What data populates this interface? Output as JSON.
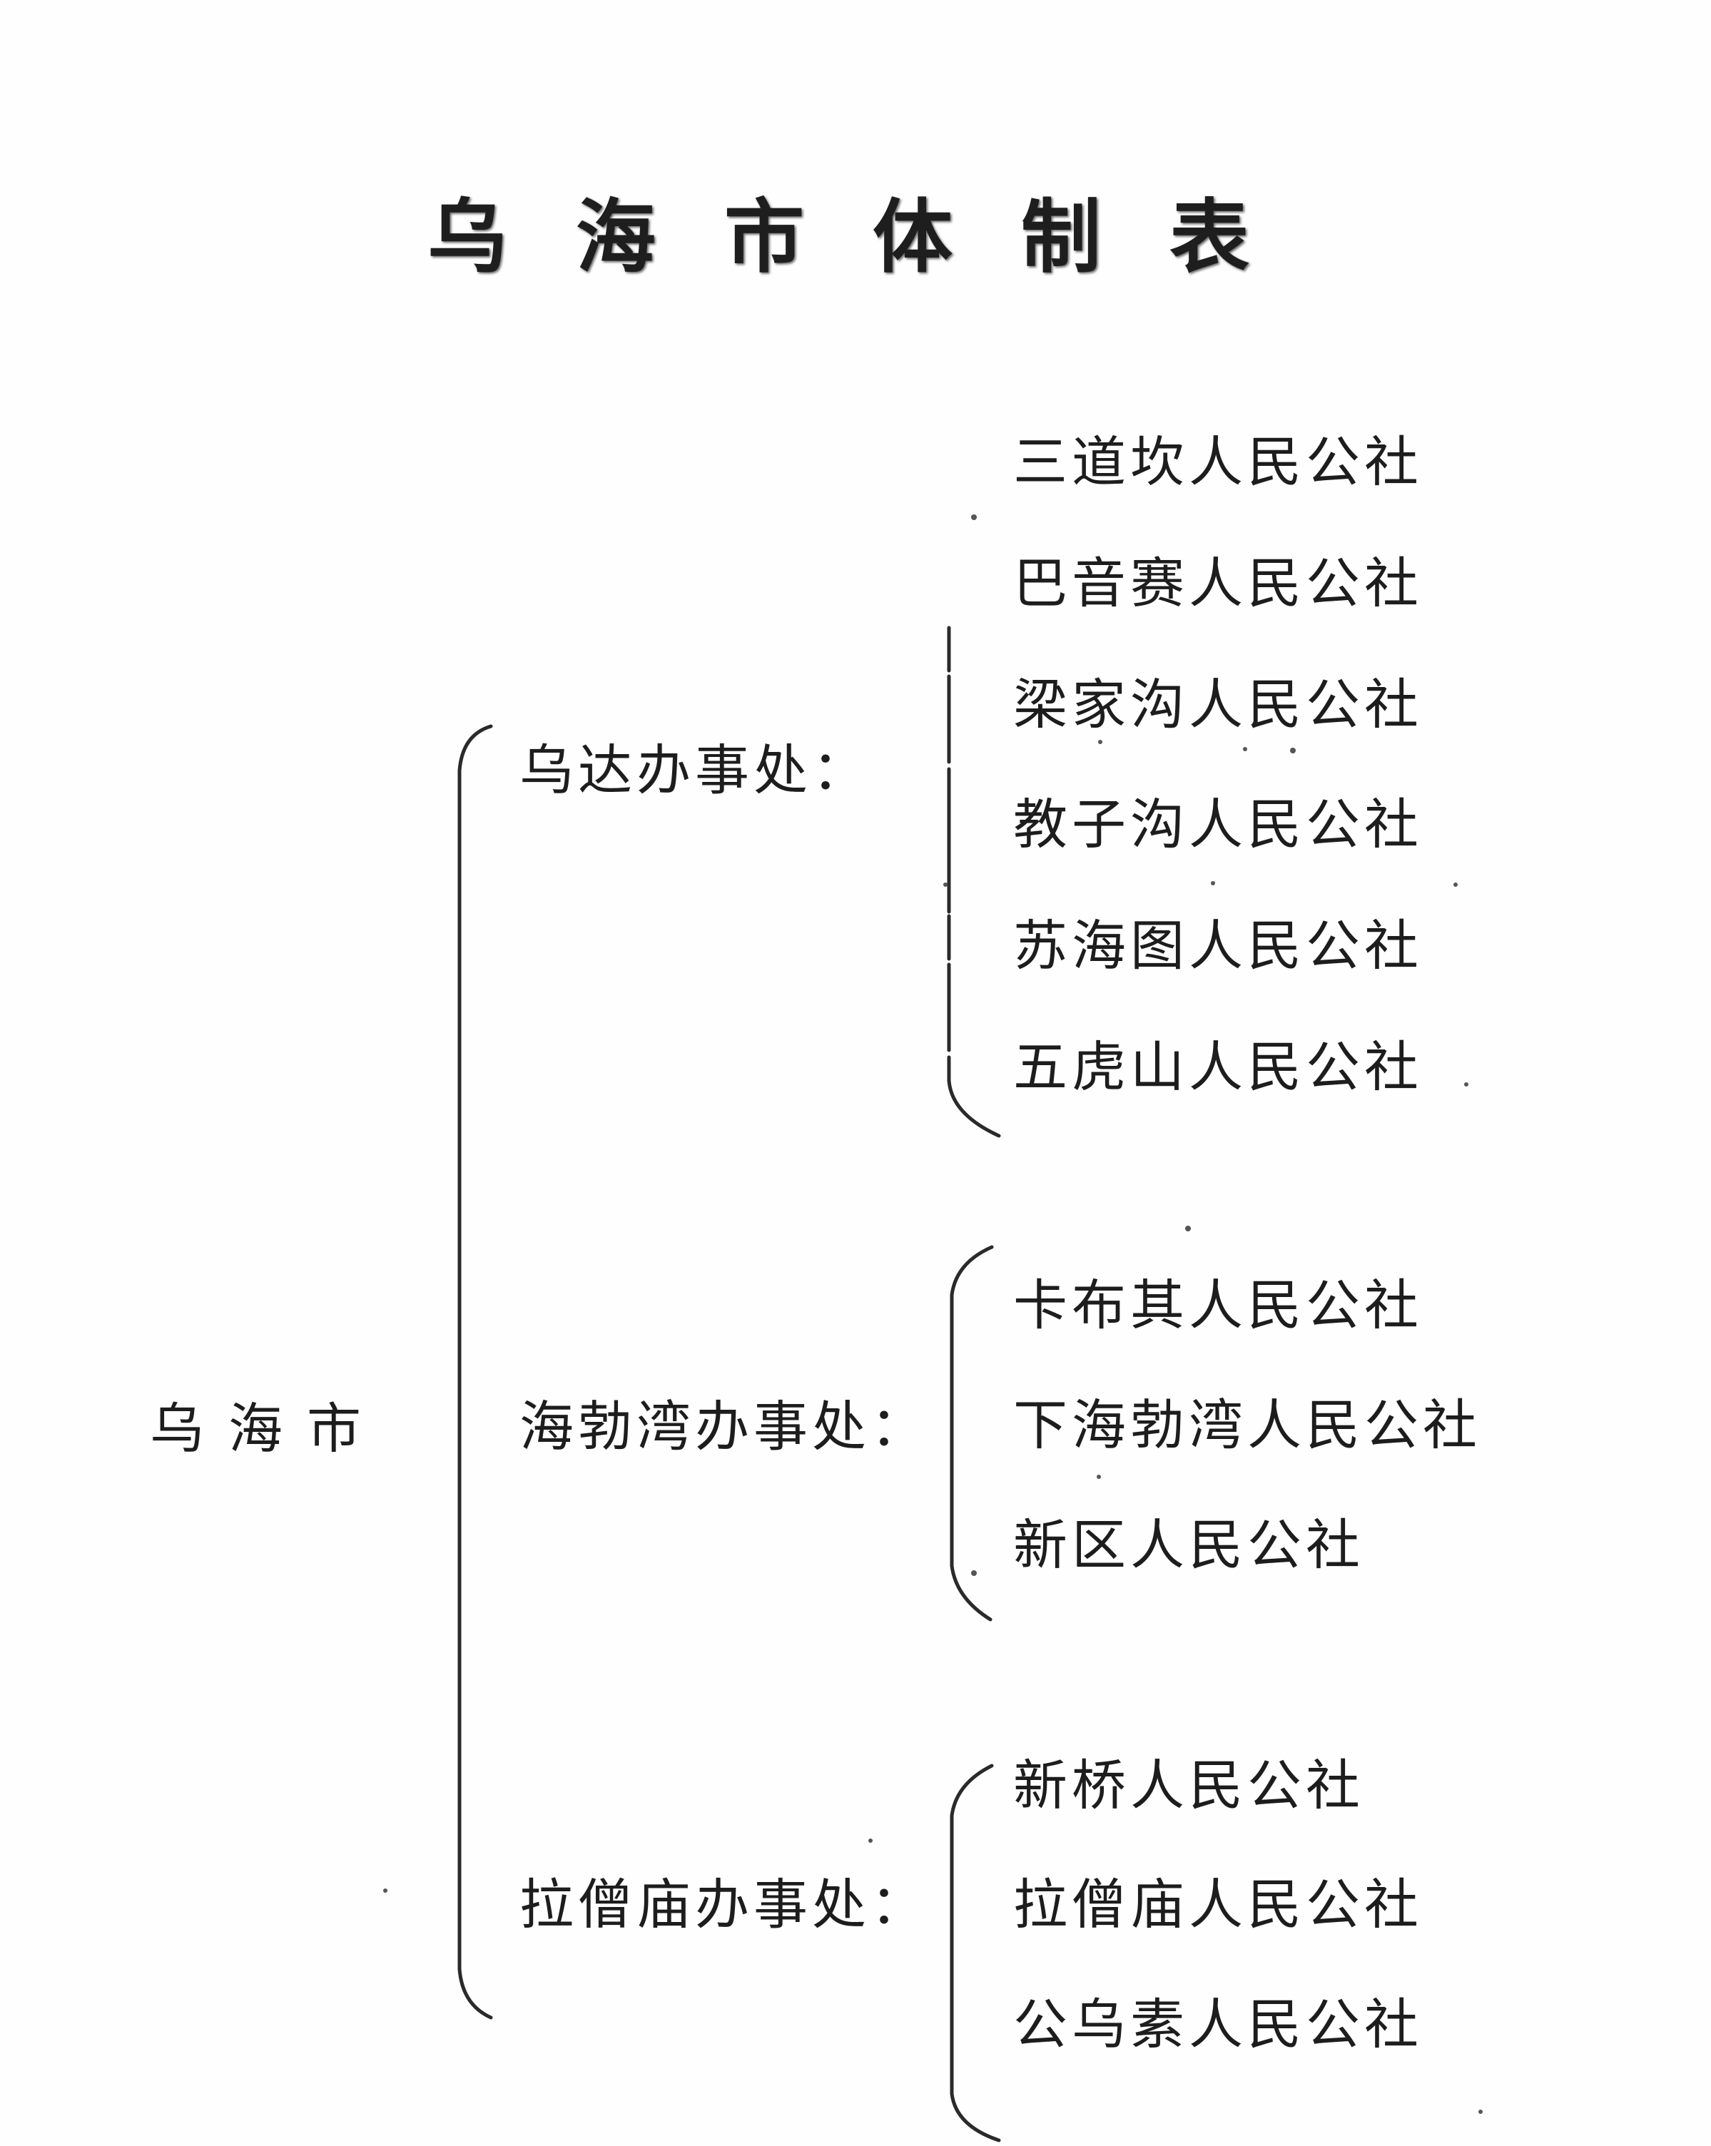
{
  "title": "乌海市体制表",
  "root": "乌海市",
  "offices": [
    {
      "name": "乌达办事处：",
      "communes": [
        "三道坎人民公社",
        "巴音赛人民公社",
        "梁家沟人民公社",
        "教子沟人民公社",
        "苏海图人民公社",
        "五虎山人民公社"
      ]
    },
    {
      "name": "海勃湾办事处：",
      "communes": [
        "卡布其人民公社",
        "下海勃湾人民公社",
        "新区人民公社"
      ]
    },
    {
      "name": "拉僧庙办事处：",
      "communes": [
        "新桥人民公社",
        "拉僧庙人民公社",
        "公乌素人民公社"
      ]
    }
  ]
}
